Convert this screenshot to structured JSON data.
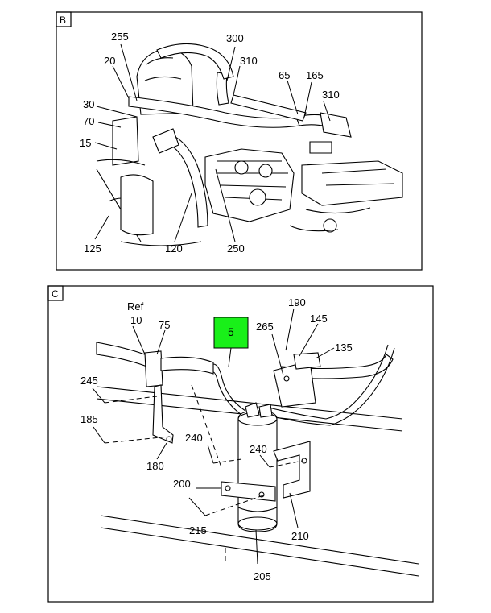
{
  "panels": [
    {
      "id": "B",
      "tag": "B"
    },
    {
      "id": "C",
      "tag": "C"
    }
  ],
  "callouts_b": [
    "255",
    "20",
    "30",
    "70",
    "15",
    "300",
    "310",
    "65",
    "165",
    "310",
    "125",
    "120",
    "250"
  ],
  "callouts_c": [
    "Ref",
    "10",
    "75",
    "245",
    "185",
    "180",
    "240",
    "240",
    "200",
    "215",
    "205",
    "210",
    "190",
    "265",
    "145",
    "135"
  ],
  "highlight": {
    "label": "5",
    "color": "#19f019"
  }
}
